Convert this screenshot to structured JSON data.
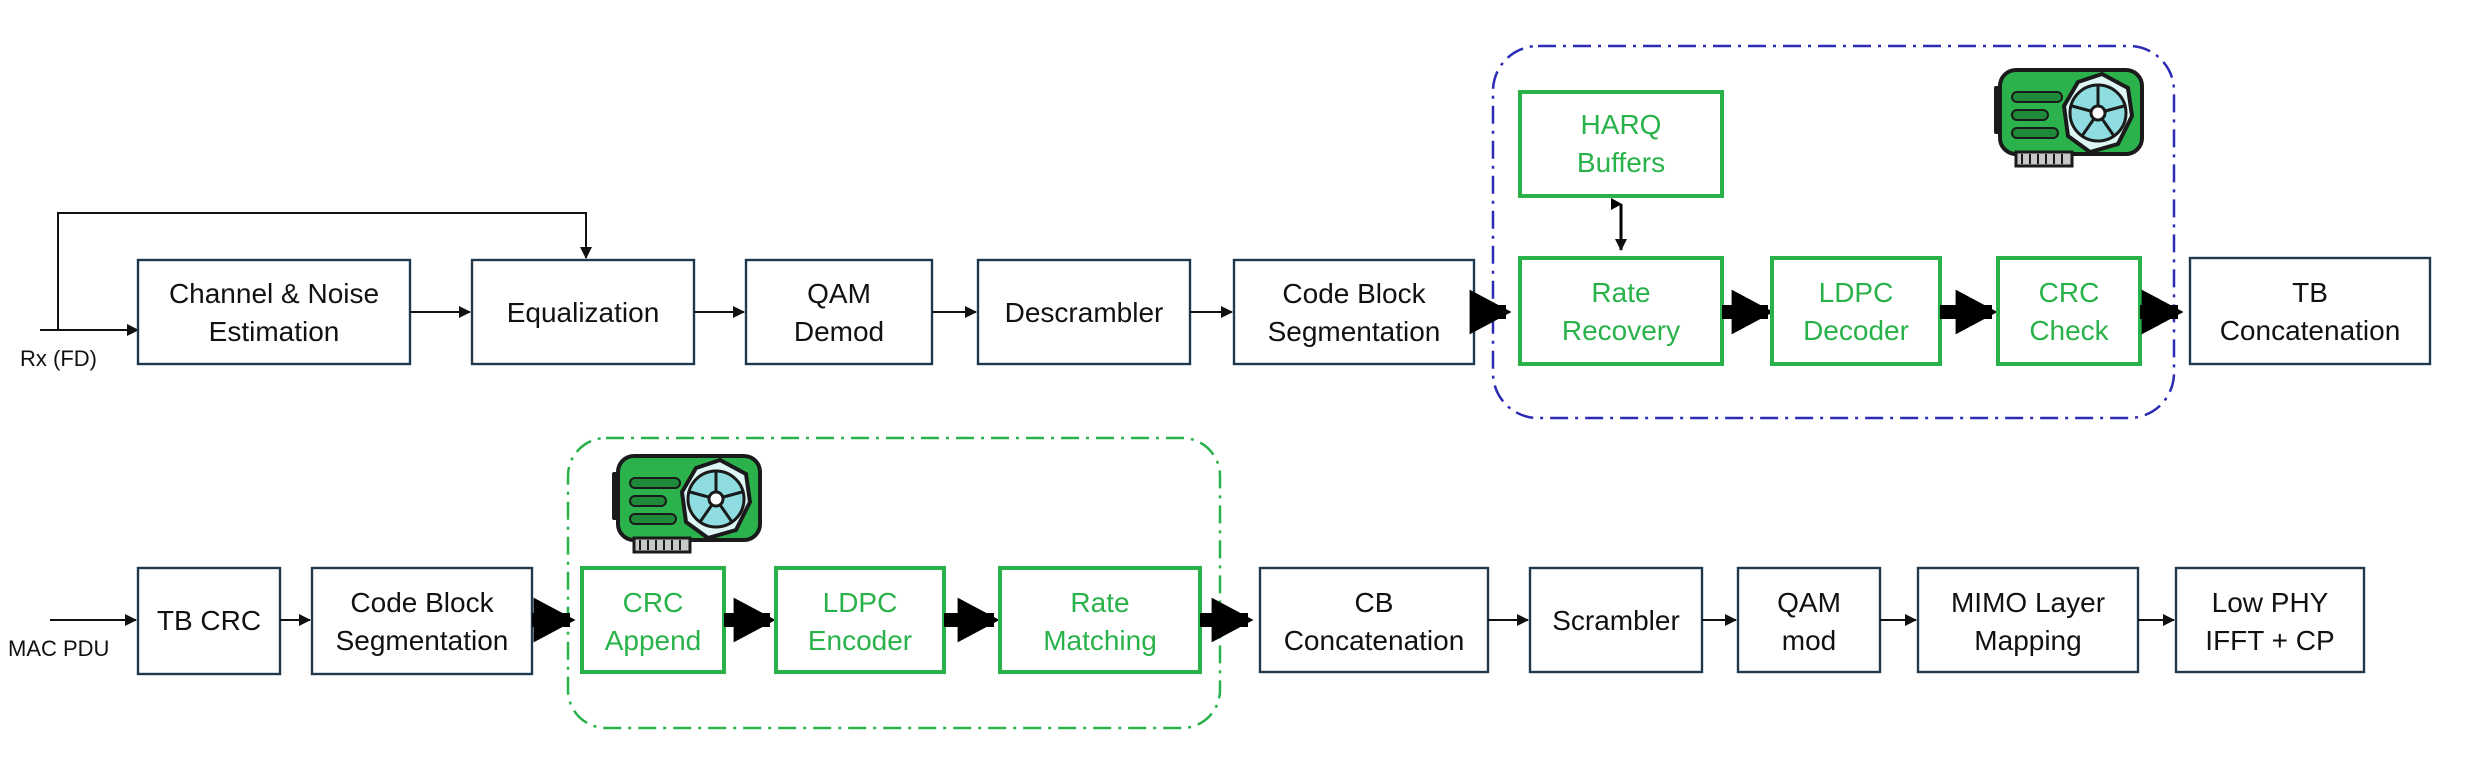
{
  "colors": {
    "accent_green": "#2ab24a",
    "box_border": "#1f3a4f",
    "group_blue": "#2b2bb5",
    "text": "#111111"
  },
  "rx_chain": {
    "input_label": "Rx (FD)",
    "channel_estimation": [
      "Channel & Noise",
      "Estimation"
    ],
    "equalization": [
      "Equalization"
    ],
    "qam_demod": [
      "QAM",
      "Demod"
    ],
    "descrambler": [
      "Descrambler"
    ],
    "code_block_segmentation": [
      "Code Block",
      "Segmentation"
    ],
    "harq_buffers": [
      "HARQ",
      "Buffers"
    ],
    "rate_recovery": [
      "Rate",
      "Recovery"
    ],
    "ldpc_decoder": [
      "LDPC",
      "Decoder"
    ],
    "crc_check": [
      "CRC",
      "Check"
    ],
    "tb_concatenation": [
      "TB",
      "Concatenation"
    ],
    "gpu_icon": "gpu-card-icon"
  },
  "tx_chain": {
    "input_label": "MAC PDU",
    "tb_crc": [
      "TB CRC"
    ],
    "code_block_segmentation": [
      "Code Block",
      "Segmentation"
    ],
    "crc_append": [
      "CRC",
      "Append"
    ],
    "ldpc_encoder": [
      "LDPC",
      "Encoder"
    ],
    "rate_matching": [
      "Rate",
      "Matching"
    ],
    "cb_concatenation": [
      "CB",
      "Concatenation"
    ],
    "scrambler": [
      "Scrambler"
    ],
    "qam_mod": [
      "QAM",
      "mod"
    ],
    "mimo_layer_mapping": [
      "MIMO Layer",
      "Mapping"
    ],
    "low_phy": [
      "Low PHY",
      "IFFT + CP"
    ],
    "gpu_icon": "gpu-card-icon"
  }
}
